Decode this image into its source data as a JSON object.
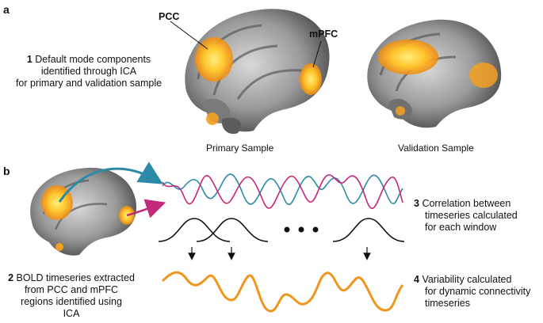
{
  "panels": {
    "a": {
      "letter": "a",
      "step1": {
        "number": "1",
        "line1": "Default mode components",
        "line2": "identified through ICA",
        "line3": "for primary and validation sample"
      },
      "primary_caption": "Primary Sample",
      "validation_caption": "Validation Sample",
      "labels": {
        "pcc": "PCC",
        "mpfc": "mPFC"
      }
    },
    "b": {
      "letter": "b",
      "step2": {
        "number": "2",
        "line1": "BOLD timeseries extracted",
        "line2": "from PCC and mPFC",
        "line3": "regions identified using",
        "line4": "ICA"
      },
      "step3": {
        "number": "3",
        "line1": "Correlation between",
        "line2": "timeseries calculated",
        "line3": "for each window"
      },
      "step4": {
        "number": "4",
        "line1": "Variability calculated",
        "line2": "for dynamic connectivity",
        "line3": "timeseries"
      },
      "ellipsis_dots": 3
    }
  },
  "colors": {
    "activation": "#f5a623",
    "activation_core": "#ffd84a",
    "blue_series": "#2a8aa8",
    "magenta_series": "#c4287a",
    "orange_series": "#f0961c",
    "brain_gray": "#8c8c8c"
  }
}
